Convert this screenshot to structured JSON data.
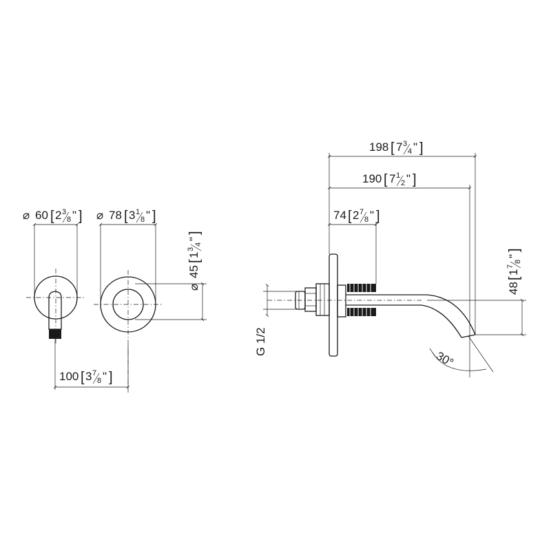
{
  "dimensions": {
    "handle_diameter": {
      "symbol": "⌀",
      "metric": "60",
      "inch_whole": "2",
      "inch_num": "3",
      "inch_den": "8",
      "inch_mark": "\""
    },
    "rosette_diameter": {
      "symbol": "⌀",
      "metric": "78",
      "inch_whole": "3",
      "inch_num": "1",
      "inch_den": "8",
      "inch_mark": "\""
    },
    "inner_diameter": {
      "symbol": "⌀",
      "metric": "45",
      "inch_whole": "1",
      "inch_num": "3",
      "inch_den": "4",
      "inch_mark": "\""
    },
    "center_distance": {
      "metric": "100",
      "inch_whole": "3",
      "inch_num": "7",
      "inch_den": "8",
      "inch_mark": "\""
    },
    "overall_length": {
      "metric": "198",
      "inch_whole": "7",
      "inch_num": "3",
      "inch_den": "4",
      "inch_mark": "\""
    },
    "spout_length": {
      "metric": "190",
      "inch_whole": "7",
      "inch_num": "1",
      "inch_den": "2",
      "inch_mark": "\""
    },
    "wall_depth": {
      "metric": "74",
      "inch_whole": "2",
      "inch_num": "7",
      "inch_den": "8",
      "inch_mark": "\""
    },
    "spout_drop": {
      "metric": "48",
      "inch_whole": "1",
      "inch_num": "7",
      "inch_den": "8",
      "inch_mark": "\""
    },
    "thread": {
      "label": "G 1/2"
    },
    "outlet_angle": {
      "label": "30°"
    }
  }
}
